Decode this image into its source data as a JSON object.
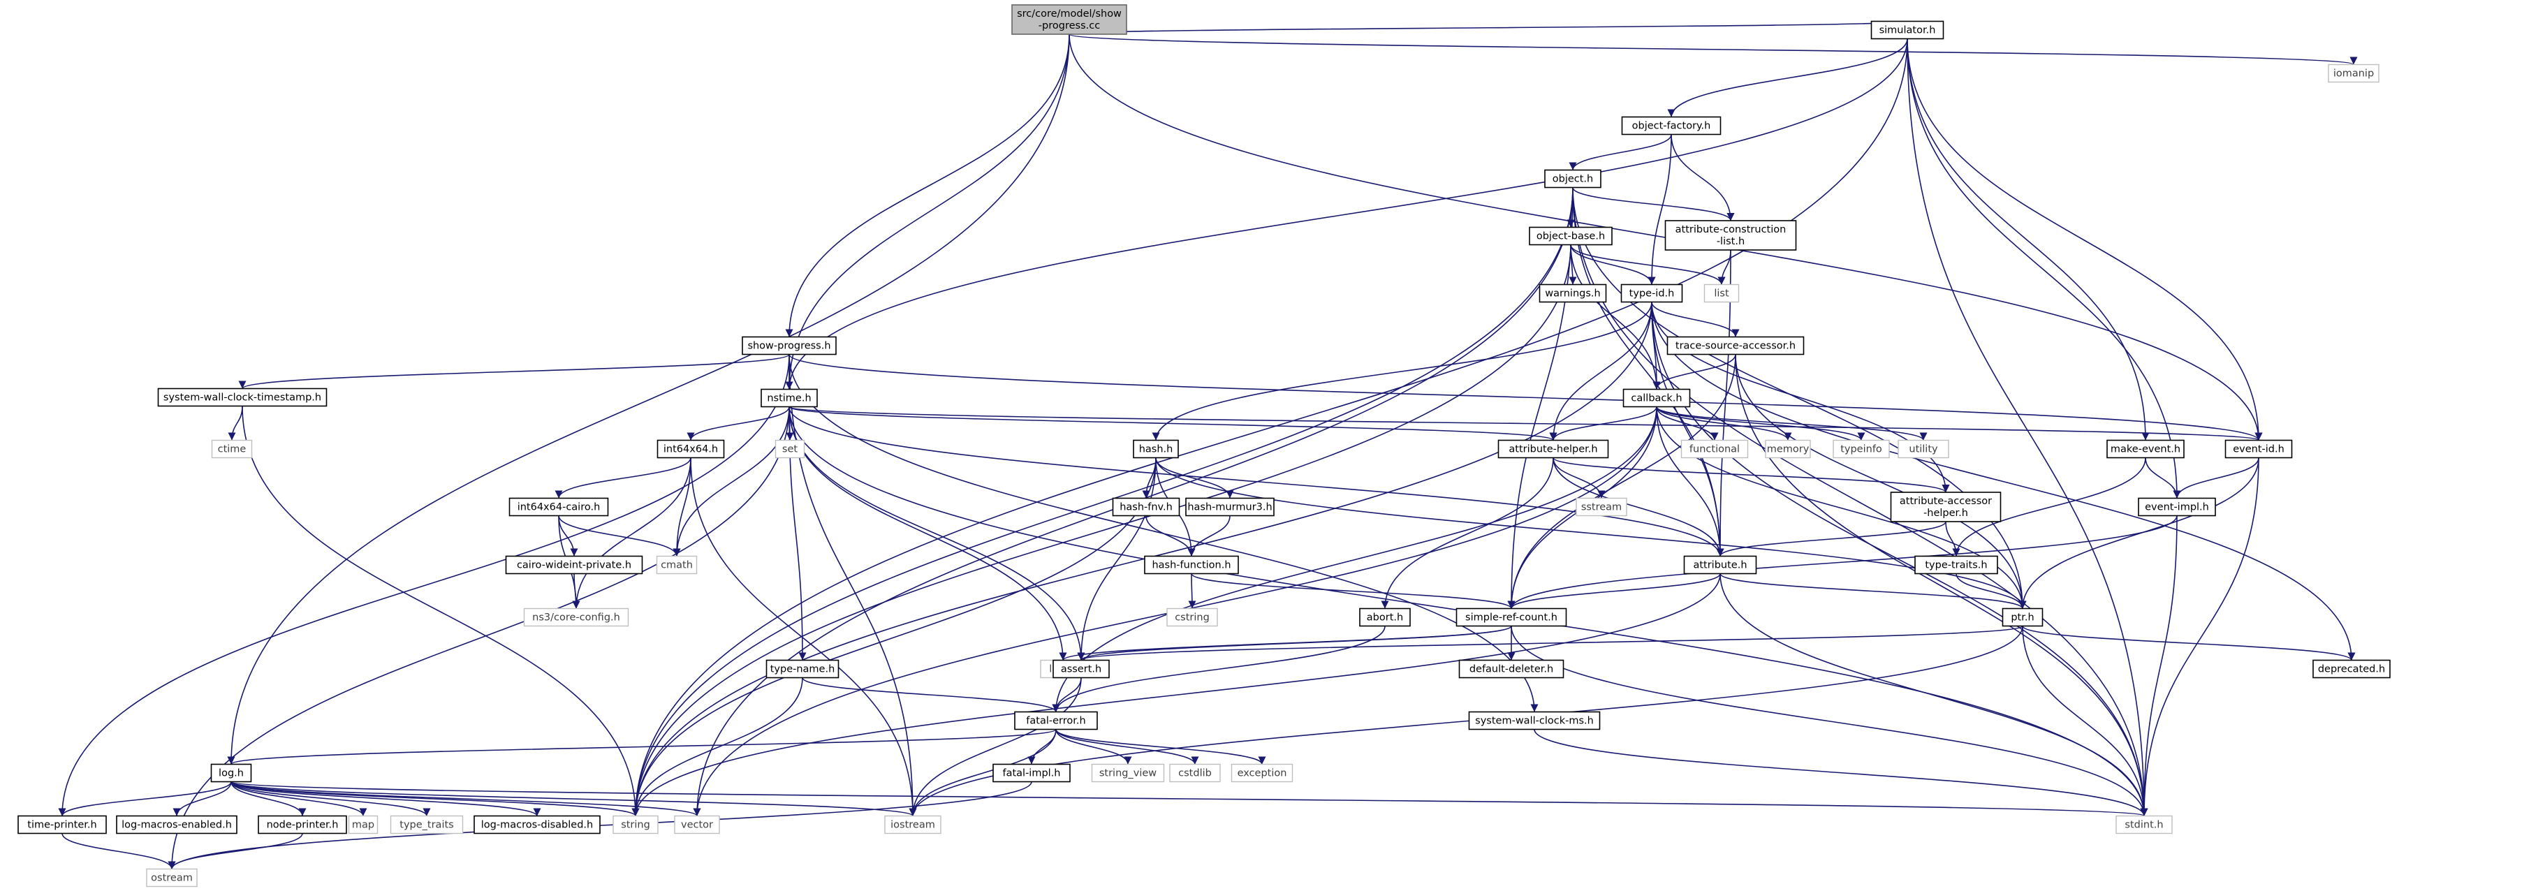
{
  "graph": {
    "nodes": [
      {
        "id": "root",
        "lines": [
          "src/core/model/show",
          "-progress.cc"
        ],
        "kind": "root"
      },
      {
        "id": "simulator",
        "lines": [
          "simulator.h"
        ],
        "kind": "local"
      },
      {
        "id": "iomanip",
        "lines": [
          "iomanip"
        ],
        "kind": "ext"
      },
      {
        "id": "object-factory",
        "lines": [
          "object-factory.h"
        ],
        "kind": "local"
      },
      {
        "id": "object",
        "lines": [
          "object.h"
        ],
        "kind": "local"
      },
      {
        "id": "attr-construction",
        "lines": [
          "attribute-construction",
          "-list.h"
        ],
        "kind": "local"
      },
      {
        "id": "object-base",
        "lines": [
          "object-base.h"
        ],
        "kind": "local"
      },
      {
        "id": "warnings",
        "lines": [
          "warnings.h"
        ],
        "kind": "local"
      },
      {
        "id": "type-id",
        "lines": [
          "type-id.h"
        ],
        "kind": "local"
      },
      {
        "id": "list",
        "lines": [
          "list"
        ],
        "kind": "ext"
      },
      {
        "id": "show-progress",
        "lines": [
          "show-progress.h"
        ],
        "kind": "local"
      },
      {
        "id": "trace-source",
        "lines": [
          "trace-source-accessor.h"
        ],
        "kind": "local"
      },
      {
        "id": "sys-timestamp",
        "lines": [
          "system-wall-clock-timestamp.h"
        ],
        "kind": "local"
      },
      {
        "id": "nstime",
        "lines": [
          "nstime.h"
        ],
        "kind": "local"
      },
      {
        "id": "callback",
        "lines": [
          "callback.h"
        ],
        "kind": "local"
      },
      {
        "id": "ctime",
        "lines": [
          "ctime"
        ],
        "kind": "ext"
      },
      {
        "id": "int64x64",
        "lines": [
          "int64x64.h"
        ],
        "kind": "local"
      },
      {
        "id": "set",
        "lines": [
          "set"
        ],
        "kind": "ext"
      },
      {
        "id": "hash",
        "lines": [
          "hash.h"
        ],
        "kind": "local"
      },
      {
        "id": "attribute-helper",
        "lines": [
          "attribute-helper.h"
        ],
        "kind": "local"
      },
      {
        "id": "functional",
        "lines": [
          "functional"
        ],
        "kind": "ext"
      },
      {
        "id": "memory",
        "lines": [
          "memory"
        ],
        "kind": "ext"
      },
      {
        "id": "typeinfo",
        "lines": [
          "typeinfo"
        ],
        "kind": "ext"
      },
      {
        "id": "utility",
        "lines": [
          "utility"
        ],
        "kind": "ext"
      },
      {
        "id": "make-event",
        "lines": [
          "make-event.h"
        ],
        "kind": "local"
      },
      {
        "id": "event-id",
        "lines": [
          "event-id.h"
        ],
        "kind": "local"
      },
      {
        "id": "int64x64-cairo",
        "lines": [
          "int64x64-cairo.h"
        ],
        "kind": "local"
      },
      {
        "id": "hash-fnv",
        "lines": [
          "hash-fnv.h"
        ],
        "kind": "local"
      },
      {
        "id": "hash-murmur3",
        "lines": [
          "hash-murmur3.h"
        ],
        "kind": "local"
      },
      {
        "id": "sstream",
        "lines": [
          "sstream"
        ],
        "kind": "ext"
      },
      {
        "id": "attr-accessor",
        "lines": [
          "attribute-accessor",
          "-helper.h"
        ],
        "kind": "local"
      },
      {
        "id": "event-impl",
        "lines": [
          "event-impl.h"
        ],
        "kind": "local"
      },
      {
        "id": "cairo-wideint",
        "lines": [
          "cairo-wideint-private.h"
        ],
        "kind": "local"
      },
      {
        "id": "cmath",
        "lines": [
          "cmath"
        ],
        "kind": "ext"
      },
      {
        "id": "hash-function",
        "lines": [
          "hash-function.h"
        ],
        "kind": "local"
      },
      {
        "id": "attribute",
        "lines": [
          "attribute.h"
        ],
        "kind": "local"
      },
      {
        "id": "type-traits",
        "lines": [
          "type-traits.h"
        ],
        "kind": "local"
      },
      {
        "id": "core-config",
        "lines": [
          "ns3/core-config.h"
        ],
        "kind": "ext"
      },
      {
        "id": "cstring",
        "lines": [
          "cstring"
        ],
        "kind": "ext"
      },
      {
        "id": "abort",
        "lines": [
          "abort.h"
        ],
        "kind": "local"
      },
      {
        "id": "simple-ref-count",
        "lines": [
          "simple-ref-count.h"
        ],
        "kind": "local"
      },
      {
        "id": "ptr",
        "lines": [
          "ptr.h"
        ],
        "kind": "local"
      },
      {
        "id": "type-name",
        "lines": [
          "type-name.h"
        ],
        "kind": "local"
      },
      {
        "id": "limits",
        "lines": [
          "limits"
        ],
        "kind": "ext"
      },
      {
        "id": "assert",
        "lines": [
          "assert.h"
        ],
        "kind": "local"
      },
      {
        "id": "default-deleter",
        "lines": [
          "default-deleter.h"
        ],
        "kind": "local"
      },
      {
        "id": "deprecated",
        "lines": [
          "deprecated.h"
        ],
        "kind": "local"
      },
      {
        "id": "sys-clock-ms",
        "lines": [
          "system-wall-clock-ms.h"
        ],
        "kind": "local"
      },
      {
        "id": "fatal-error",
        "lines": [
          "fatal-error.h"
        ],
        "kind": "local"
      },
      {
        "id": "log",
        "lines": [
          "log.h"
        ],
        "kind": "local"
      },
      {
        "id": "fatal-impl",
        "lines": [
          "fatal-impl.h"
        ],
        "kind": "local"
      },
      {
        "id": "string_view",
        "lines": [
          "string_view"
        ],
        "kind": "ext"
      },
      {
        "id": "cstdlib",
        "lines": [
          "cstdlib"
        ],
        "kind": "ext"
      },
      {
        "id": "exception",
        "lines": [
          "exception"
        ],
        "kind": "ext"
      },
      {
        "id": "time-printer",
        "lines": [
          "time-printer.h"
        ],
        "kind": "local"
      },
      {
        "id": "log-macros-enabled",
        "lines": [
          "log-macros-enabled.h"
        ],
        "kind": "local"
      },
      {
        "id": "node-printer",
        "lines": [
          "node-printer.h"
        ],
        "kind": "local"
      },
      {
        "id": "map",
        "lines": [
          "map"
        ],
        "kind": "ext"
      },
      {
        "id": "type_traits",
        "lines": [
          "type_traits"
        ],
        "kind": "ext"
      },
      {
        "id": "log-macros-disabled",
        "lines": [
          "log-macros-disabled.h"
        ],
        "kind": "local"
      },
      {
        "id": "string",
        "lines": [
          "string"
        ],
        "kind": "ext"
      },
      {
        "id": "vector",
        "lines": [
          "vector"
        ],
        "kind": "ext"
      },
      {
        "id": "iostream",
        "lines": [
          "iostream"
        ],
        "kind": "ext"
      },
      {
        "id": "stdint",
        "lines": [
          "stdint.h"
        ],
        "kind": "ext"
      },
      {
        "id": "ostream",
        "lines": [
          "ostream"
        ],
        "kind": "ext"
      }
    ],
    "edges": [
      [
        "root",
        "simulator"
      ],
      [
        "root",
        "iomanip"
      ],
      [
        "root",
        "show-progress"
      ],
      [
        "root",
        "nstime"
      ],
      [
        "root",
        "log"
      ],
      [
        "root",
        "event-id"
      ],
      [
        "simulator",
        "object-factory"
      ],
      [
        "simulator",
        "nstime"
      ],
      [
        "simulator",
        "make-event"
      ],
      [
        "simulator",
        "event-id"
      ],
      [
        "simulator",
        "event-impl"
      ],
      [
        "simulator",
        "stdint"
      ],
      [
        "simulator",
        "string"
      ],
      [
        "object-factory",
        "object"
      ],
      [
        "object-factory",
        "attr-construction"
      ],
      [
        "object-factory",
        "type-id"
      ],
      [
        "object",
        "object-base"
      ],
      [
        "object",
        "attr-construction"
      ],
      [
        "object",
        "attribute"
      ],
      [
        "object",
        "ptr"
      ],
      [
        "object",
        "simple-ref-count"
      ],
      [
        "object",
        "string"
      ],
      [
        "object",
        "vector"
      ],
      [
        "object",
        "stdint"
      ],
      [
        "attr-construction",
        "list"
      ],
      [
        "attr-construction",
        "attribute"
      ],
      [
        "object-base",
        "warnings"
      ],
      [
        "object-base",
        "type-id"
      ],
      [
        "object-base",
        "list"
      ],
      [
        "object-base",
        "callback"
      ],
      [
        "object-base",
        "string"
      ],
      [
        "type-id",
        "trace-source"
      ],
      [
        "type-id",
        "attribute-helper"
      ],
      [
        "type-id",
        "callback"
      ],
      [
        "type-id",
        "hash"
      ],
      [
        "type-id",
        "attribute"
      ],
      [
        "type-id",
        "attr-accessor"
      ],
      [
        "type-id",
        "deprecated"
      ],
      [
        "type-id",
        "stdint"
      ],
      [
        "type-id",
        "string"
      ],
      [
        "trace-source",
        "callback"
      ],
      [
        "trace-source",
        "simple-ref-count"
      ],
      [
        "trace-source",
        "ptr"
      ],
      [
        "trace-source",
        "stdint"
      ],
      [
        "show-progress",
        "sys-timestamp"
      ],
      [
        "show-progress",
        "nstime"
      ],
      [
        "show-progress",
        "time-printer"
      ],
      [
        "show-progress",
        "event-id"
      ],
      [
        "show-progress",
        "sys-clock-ms"
      ],
      [
        "show-progress",
        "iostream"
      ],
      [
        "sys-timestamp",
        "ctime"
      ],
      [
        "sys-timestamp",
        "string"
      ],
      [
        "nstime",
        "int64x64"
      ],
      [
        "nstime",
        "set"
      ],
      [
        "nstime",
        "attribute-helper"
      ],
      [
        "nstime",
        "event-id"
      ],
      [
        "nstime",
        "type-name"
      ],
      [
        "nstime",
        "limits"
      ],
      [
        "nstime",
        "assert"
      ],
      [
        "nstime",
        "attribute"
      ],
      [
        "nstime",
        "cmath"
      ],
      [
        "nstime",
        "ostream"
      ],
      [
        "nstime",
        "stdint"
      ],
      [
        "callback",
        "attribute-helper"
      ],
      [
        "callback",
        "functional"
      ],
      [
        "callback",
        "memory"
      ],
      [
        "callback",
        "typeinfo"
      ],
      [
        "callback",
        "utility"
      ],
      [
        "callback",
        "attribute"
      ],
      [
        "callback",
        "ptr"
      ],
      [
        "callback",
        "simple-ref-count"
      ],
      [
        "callback",
        "fatal-error"
      ],
      [
        "callback",
        "vector"
      ],
      [
        "int64x64",
        "int64x64-cairo"
      ],
      [
        "int64x64",
        "cmath"
      ],
      [
        "int64x64",
        "core-config"
      ],
      [
        "int64x64",
        "iostream"
      ],
      [
        "int64x64-cairo",
        "cairo-wideint"
      ],
      [
        "int64x64-cairo",
        "cmath"
      ],
      [
        "int64x64-cairo",
        "core-config"
      ],
      [
        "cairo-wideint",
        "core-config"
      ],
      [
        "hash",
        "hash-fnv"
      ],
      [
        "hash",
        "hash-murmur3"
      ],
      [
        "hash",
        "hash-function"
      ],
      [
        "hash",
        "assert"
      ],
      [
        "hash",
        "ptr"
      ],
      [
        "hash",
        "string"
      ],
      [
        "hash-fnv",
        "hash-function"
      ],
      [
        "hash-murmur3",
        "hash-function"
      ],
      [
        "hash-function",
        "cstring"
      ],
      [
        "hash-function",
        "simple-ref-count"
      ],
      [
        "attribute-helper",
        "sstream"
      ],
      [
        "attribute-helper",
        "attr-accessor"
      ],
      [
        "attribute-helper",
        "attribute"
      ],
      [
        "attribute-helper",
        "abort"
      ],
      [
        "attr-accessor",
        "attribute"
      ],
      [
        "attr-accessor",
        "type-traits"
      ],
      [
        "type-traits",
        "ptr"
      ],
      [
        "make-event",
        "event-impl"
      ],
      [
        "make-event",
        "type-traits"
      ],
      [
        "event-id",
        "event-impl"
      ],
      [
        "event-id",
        "ptr"
      ],
      [
        "event-id",
        "stdint"
      ],
      [
        "event-impl",
        "simple-ref-count"
      ],
      [
        "event-impl",
        "stdint"
      ],
      [
        "attribute",
        "ptr"
      ],
      [
        "attribute",
        "simple-ref-count"
      ],
      [
        "attribute",
        "string"
      ],
      [
        "attribute",
        "stdint"
      ],
      [
        "abort",
        "fatal-error"
      ],
      [
        "simple-ref-count",
        "default-deleter"
      ],
      [
        "simple-ref-count",
        "assert"
      ],
      [
        "simple-ref-count",
        "limits"
      ],
      [
        "simple-ref-count",
        "stdint"
      ],
      [
        "ptr",
        "assert"
      ],
      [
        "ptr",
        "deprecated"
      ],
      [
        "ptr",
        "iostream"
      ],
      [
        "ptr",
        "stdint"
      ],
      [
        "type-name",
        "fatal-error"
      ],
      [
        "type-name",
        "string"
      ],
      [
        "assert",
        "fatal-error"
      ],
      [
        "assert",
        "iostream"
      ],
      [
        "sys-clock-ms",
        "stdint"
      ],
      [
        "fatal-error",
        "fatal-impl"
      ],
      [
        "fatal-error",
        "string_view"
      ],
      [
        "fatal-error",
        "cstdlib"
      ],
      [
        "fatal-error",
        "exception"
      ],
      [
        "fatal-error",
        "iostream"
      ],
      [
        "fatal-error",
        "log"
      ],
      [
        "fatal-impl",
        "ostream"
      ],
      [
        "log",
        "time-printer"
      ],
      [
        "log",
        "log-macros-enabled"
      ],
      [
        "log",
        "node-printer"
      ],
      [
        "log",
        "map"
      ],
      [
        "log",
        "type_traits"
      ],
      [
        "log",
        "log-macros-disabled"
      ],
      [
        "log",
        "string"
      ],
      [
        "log",
        "vector"
      ],
      [
        "log",
        "iostream"
      ],
      [
        "log",
        "stdint"
      ],
      [
        "time-printer",
        "ostream"
      ],
      [
        "node-printer",
        "ostream"
      ]
    ]
  }
}
